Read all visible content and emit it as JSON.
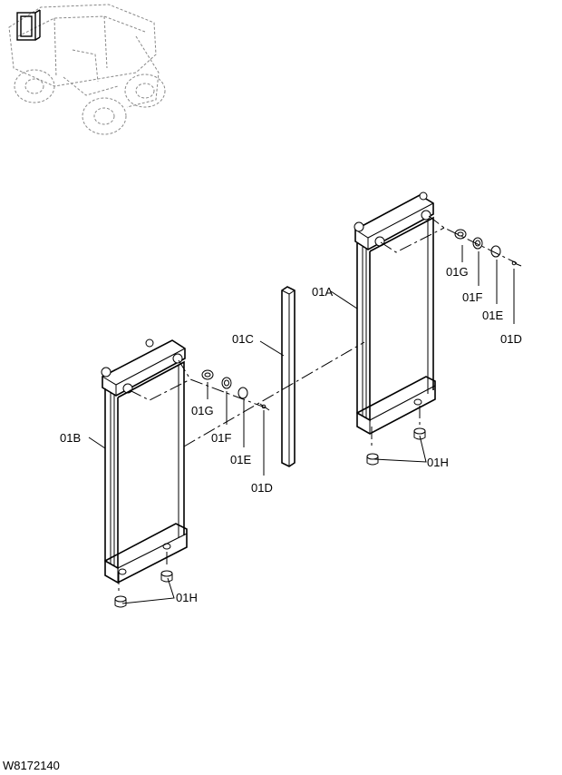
{
  "drawing_number": "W8172140",
  "labels": {
    "a_01A": "01A",
    "a_01B": "01B",
    "a_01C": "01C",
    "a_01D_right": "01D",
    "a_01E_right": "01E",
    "a_01F_right": "01F",
    "a_01G_right": "01G",
    "a_01H_right": "01H",
    "a_01D_left": "01D",
    "a_01E_left": "01E",
    "a_01F_left": "01F",
    "a_01G_left": "01G",
    "a_01H_left": "01H"
  },
  "icons": {
    "locator": "machine-locator-icon",
    "radiator": "radiator-panel-icon",
    "mount": "rubber-mount-icon",
    "spacer": "spacer-bar-icon"
  }
}
